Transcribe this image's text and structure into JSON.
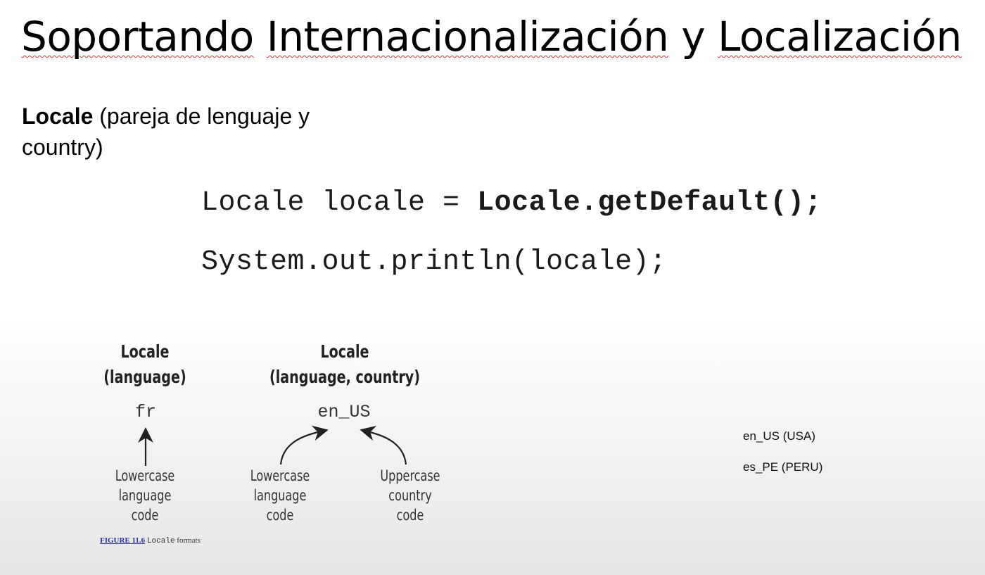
{
  "slide": {
    "title_words": [
      "Soportando",
      "Internacionalización",
      "y",
      "Localización"
    ],
    "subtitle_bold": "Locale",
    "subtitle_rest": " (pareja de lenguaje y country)"
  },
  "code": {
    "line1_plain": "Locale locale = ",
    "line1_bold": "Locale.getDefault();",
    "line2": "System.out.println(locale);"
  },
  "diagram": {
    "left": {
      "header_line1": "Locale",
      "header_line2": "(language)",
      "example": "fr",
      "label": [
        "Lowercase",
        "language",
        "code"
      ]
    },
    "right": {
      "header_line1": "Locale",
      "header_line2": "(language, country)",
      "example": "en_US",
      "label_left": [
        "Lowercase",
        "language",
        "code"
      ],
      "label_right": [
        "Uppercase",
        "country",
        "code"
      ]
    },
    "caption_fig": "FIGURE 11.6",
    "caption_code": "Locale",
    "caption_text": " formats"
  },
  "examples": [
    "en_US (USA)",
    "es_PE (PERU)"
  ]
}
